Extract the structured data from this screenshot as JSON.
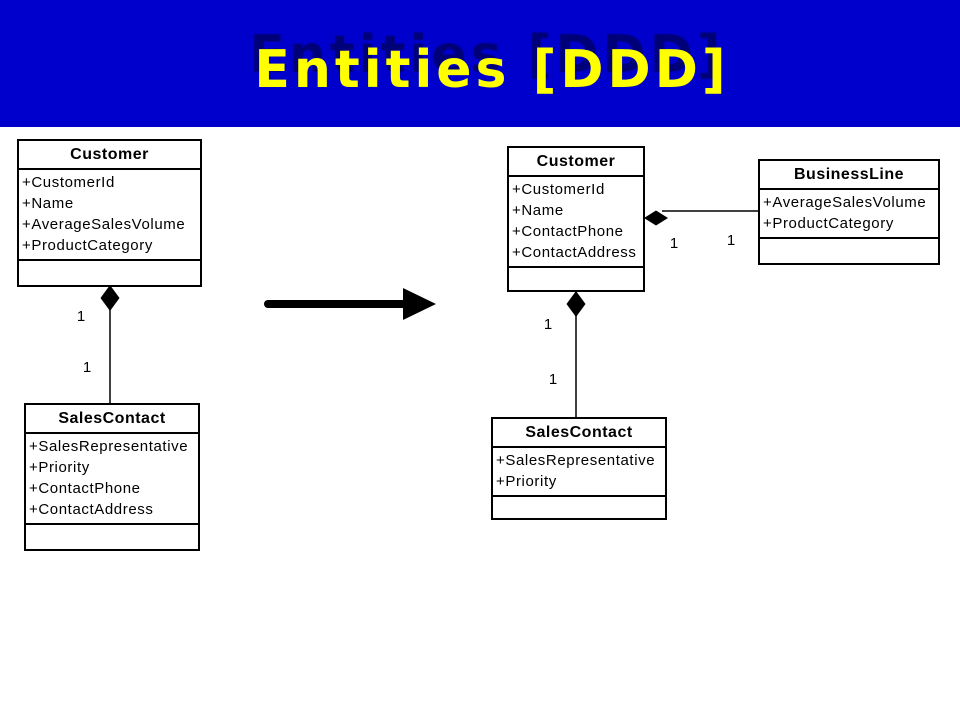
{
  "header": {
    "title": "Entities [DDD]",
    "bg_color": "#0000CC",
    "title_color": "#FFFF00"
  },
  "diagram": {
    "kind": "uml-class-refactoring",
    "before": {
      "customer": {
        "name": "Customer",
        "attrs": [
          "+CustomerId",
          "+Name",
          "+AverageSalesVolume",
          "+ProductCategory"
        ]
      },
      "sales_contact": {
        "name": "SalesContact",
        "attrs": [
          "+SalesRepresentative",
          "+Priority",
          "+ContactPhone",
          "+ContactAddress"
        ]
      },
      "association": {
        "type": "composition",
        "mult_customer": "1",
        "mult_salescontact": "1"
      }
    },
    "after": {
      "customer": {
        "name": "Customer",
        "attrs": [
          "+CustomerId",
          "+Name",
          "+ContactPhone",
          "+ContactAddress"
        ]
      },
      "business_line": {
        "name": "BusinessLine",
        "attrs": [
          "+AverageSalesVolume",
          "+ProductCategory"
        ]
      },
      "sales_contact": {
        "name": "SalesContact",
        "attrs": [
          "+SalesRepresentative",
          "+Priority"
        ]
      },
      "assoc_salescontact": {
        "type": "composition",
        "mult_customer": "1",
        "mult_salescontact": "1"
      },
      "assoc_businessline": {
        "type": "composition",
        "mult_customer": "1",
        "mult_businessline": "1"
      }
    }
  }
}
